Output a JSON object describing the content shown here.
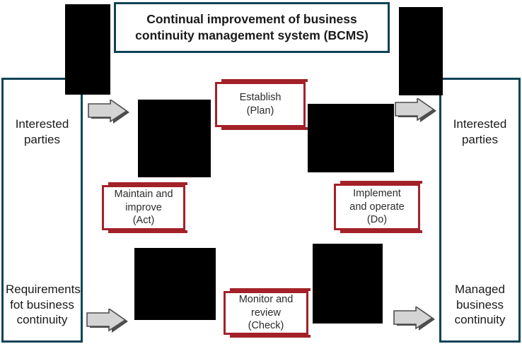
{
  "diagram": {
    "title_box": {
      "text": "Continual improvement of business continuity management system (BCMS)",
      "border_color": "#0d4356"
    },
    "left_panel": {
      "top_label": "Interested\nparties",
      "bottom_label": "Requirements\nfot business\ncontinuity"
    },
    "right_panel": {
      "top_label": "Interested\nparties",
      "bottom_label": "Managed\nbusiness\ncontinuity"
    },
    "pdca": {
      "plan": "Establish\n(Plan)",
      "do": "Implement\nand operate\n(Do)",
      "check": "Monitor and\nreview\n(Check)",
      "act": "Maintain and\nimprove\n(Act)",
      "border_color": "#a32129"
    },
    "arrows": {
      "top_left": "right-arrow-icon",
      "top_right": "right-arrow-icon",
      "bottom_left": "right-arrow-icon",
      "bottom_right": "right-arrow-icon",
      "fill_color": "#d4d4d4",
      "shadow_color": "#4d4d4d"
    },
    "redactions": {
      "count": 6,
      "color": "#000000",
      "labels": [
        "redaction-top-left",
        "redaction-top-right",
        "redaction-middle-left",
        "redaction-middle-right",
        "redaction-bottom-left",
        "redaction-bottom-right"
      ]
    }
  }
}
